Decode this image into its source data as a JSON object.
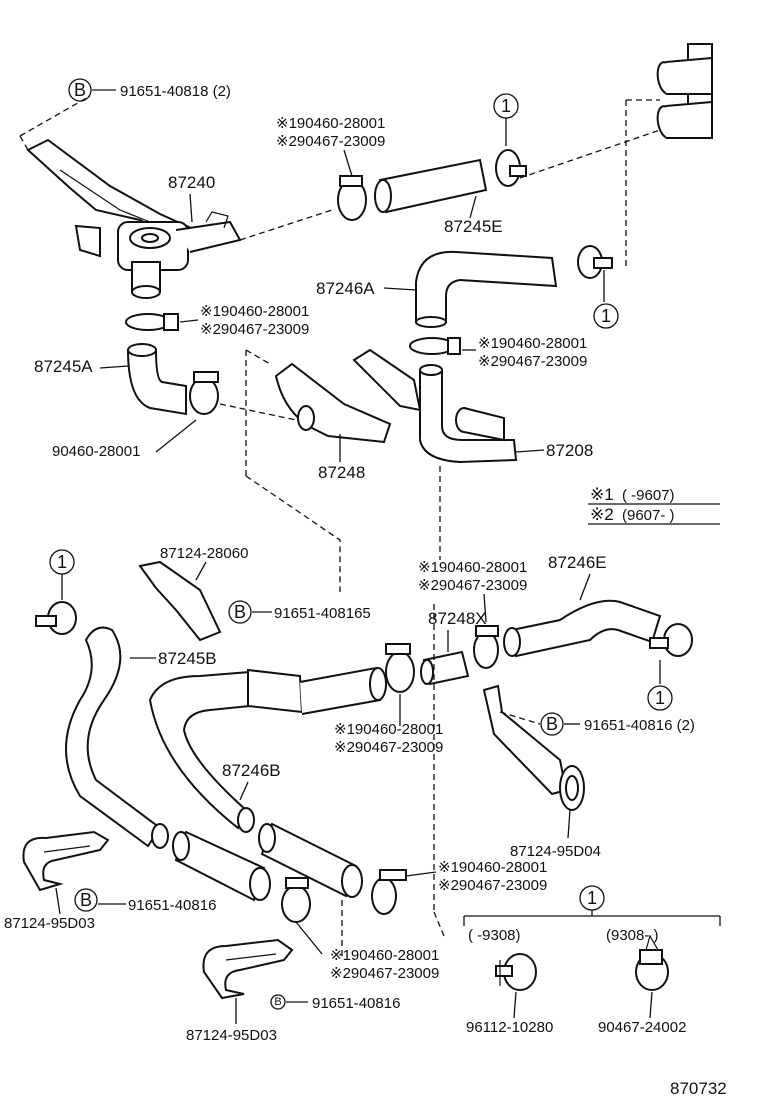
{
  "diagram_id": "870732",
  "callouts": {
    "b_bolt_top": "91651-40818 (2)",
    "clamp_top_1": "※190460-28001",
    "clamp_top_2": "※290467-23009",
    "valve": "87240",
    "hose_87245E": "87245E",
    "hose_87246A": "87246A",
    "clamp_mid_left_1": "※190460-28001",
    "clamp_mid_left_2": "※290467-23009",
    "hose_87245A": "87245A",
    "clamp_mid_right_1": "※190460-28001",
    "clamp_mid_right_2": "※290467-23009",
    "clamp_90460": "90460-28001",
    "pipe_87248": "87248",
    "pipe_87208": "87208",
    "bracket_87124_28060": "87124-28060",
    "b_bolt_408165": "91651-408165",
    "clamp_center_1": "※190460-28001",
    "clamp_center_2": "※290467-23009",
    "hose_87246E": "87246E",
    "pipe_87248X": "87248X",
    "hose_87245B": "87245B",
    "clamp_lower_mid_1": "※190460-28001",
    "clamp_lower_mid_2": "※290467-23009",
    "b_bolt_40816_2": "91651-40816 (2)",
    "hose_87246B": "87246B",
    "bracket_87124_95D04": "87124-95D04",
    "clamp_lower_right_1": "※190460-28001",
    "clamp_lower_right_2": "※290467-23009",
    "bracket_87124_95D03_a": "87124-95D03",
    "b_bolt_40816_a": "91651-40816",
    "clamp_bottom_1": "※190460-28001",
    "clamp_bottom_2": "※290467-23009",
    "b_bolt_40816_b": "91651-40816",
    "bracket_87124_95D03_b": "87124-95D03",
    "bolt_96112": "96112-10280",
    "clamp_90467_24002": "90467-24002"
  },
  "legend": {
    "note1_mark": "※1",
    "note1_range": "(      -9607)",
    "note2_mark": "※2",
    "note2_range": "(9607-      )"
  },
  "detail_box": {
    "marker": "①",
    "range_left": "(      -9308)",
    "range_right": "(9308-      )"
  },
  "markers": {
    "circled_one": "1",
    "circled_b": "B"
  }
}
